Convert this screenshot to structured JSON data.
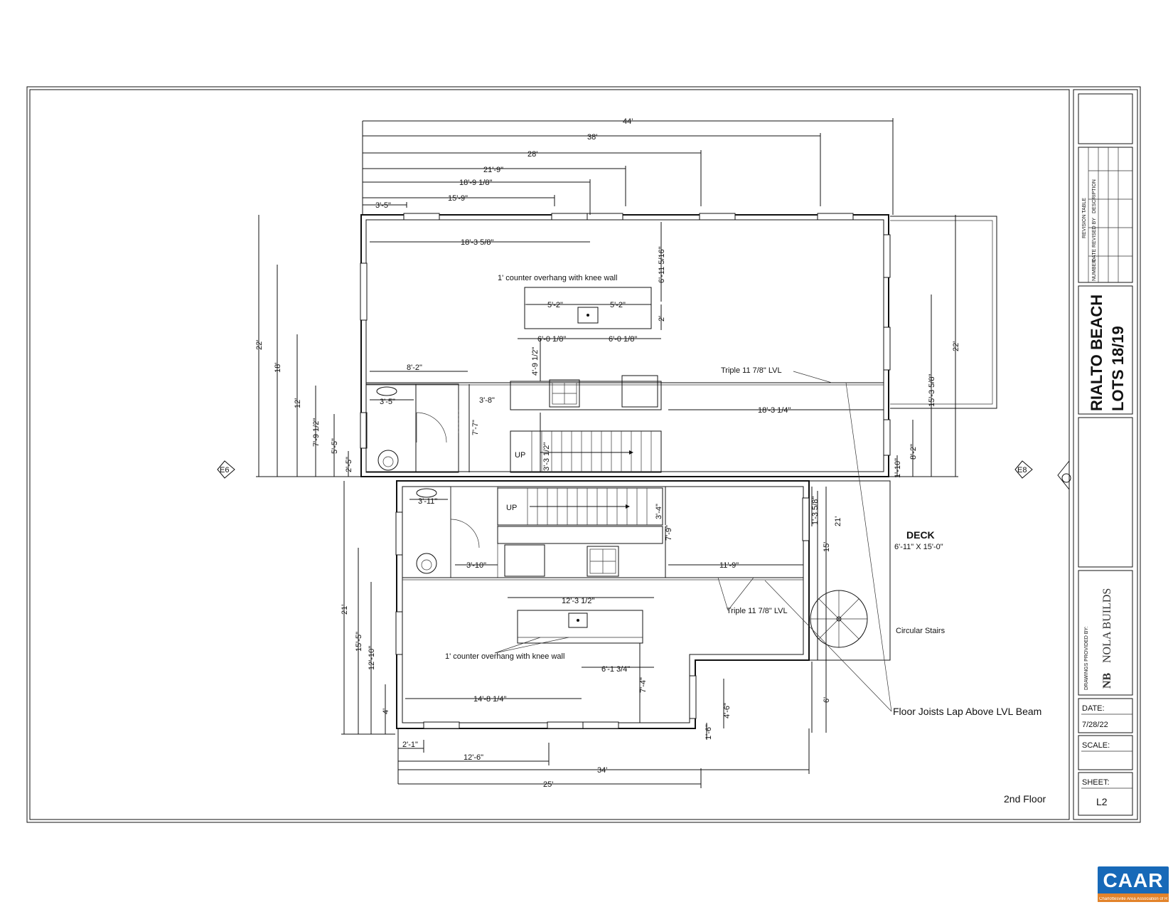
{
  "title_block": {
    "project_line1": "RIALTO BEACH",
    "project_line2": "LOTS 18/19",
    "revision_table_label": "REVISION TABLE",
    "revision_cols": [
      "NUMBER",
      "DATE",
      "REVISED BY",
      "DESCRIPTION"
    ],
    "drawings_by": "DRAWINGS PROVIDED BY:",
    "brand_mark": "NB",
    "brand_name": "NOLA BUILDS",
    "date_label": "DATE:",
    "date_value": "7/28/22",
    "scale_label": "SCALE:",
    "scale_value": "",
    "sheet_label": "SHEET:",
    "sheet_value": "L2"
  },
  "floor_label": "2nd Floor",
  "section_markers": [
    "E6",
    "E8"
  ],
  "notes": {
    "counter_upper": "1' counter overhang with knee wall",
    "counter_lower": "1' counter overhang with knee wall",
    "lvl_upper": "Triple 11 7/8\" LVL",
    "lvl_lower": "Triple 11 7/8\" LVL",
    "deck_title": "DECK",
    "deck_size": "6'-11\" X 15'-0\"",
    "circular_stairs": "Circular Stairs",
    "joists": "Floor Joists Lap Above LVL Beam",
    "up_upper": "UP",
    "up_lower": "UP"
  },
  "dims": {
    "top": [
      "44'",
      "38'",
      "28'",
      "21'-9\"",
      "18'-9 1/8\"",
      "15'-9\"",
      "3'-5\""
    ],
    "upper_room": [
      "18'-3 5/8\"",
      "6'-11 5/16\"",
      "5'-2\"",
      "5'-2\"",
      "2'",
      "6'-0 1/8\"",
      "6'-0 1/8\"",
      "4'-9 1/2\"",
      "8'-2\"",
      "3'-5\"",
      "3'-8\"",
      "7'-7\"",
      "3'-3 1/2\"",
      "18'-3 1/4\""
    ],
    "left_upper": [
      "22'",
      "18'",
      "12'",
      "7'-9 1/2\"",
      "5'-5\"",
      "2'-5\""
    ],
    "right_upper": [
      "22'",
      "15'-3 5/8\"",
      "8'-2\"",
      "1'-10\""
    ],
    "lower_room": [
      "3'-11\"",
      "3'-4\"",
      "7'-9\"",
      "3'-10\"",
      "11'-9\"",
      "1'-3 5/8\"",
      "21'",
      "15'",
      "12'-3 1/2\"",
      "6'-1 3/4\"",
      "7'-4\"",
      "14'-8 1/4\"",
      "4'-6\"",
      "1'-6\"",
      "6'"
    ],
    "left_lower": [
      "21'",
      "15'-5\"",
      "12'-10\"",
      "4'"
    ],
    "bottom": [
      "2'-1\"",
      "12'-6\"",
      "34'",
      "25'"
    ]
  },
  "badge": {
    "label": "CAAR",
    "sub": "Charlottesville Area Association of REALTORS"
  }
}
